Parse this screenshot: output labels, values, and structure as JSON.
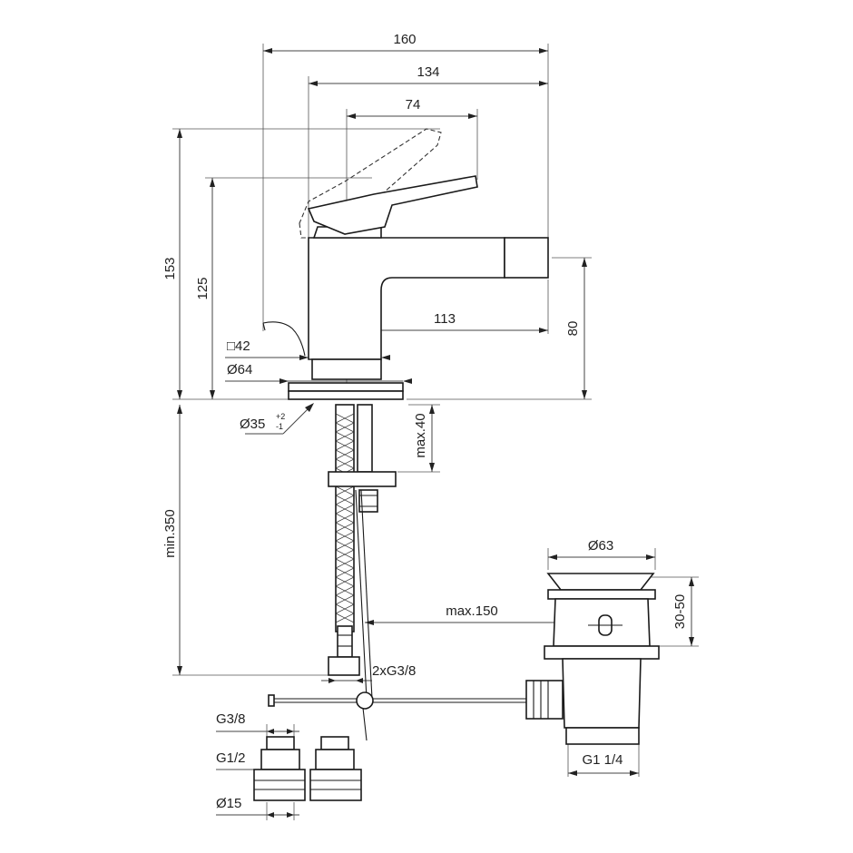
{
  "dimensions": {
    "width_total": "160",
    "width_134": "134",
    "lever_74": "74",
    "height_153": "153",
    "height_125": "125",
    "spout_113": "113",
    "height_80": "80",
    "square_42": "□42",
    "dia_64": "Ø64",
    "dia_35": "Ø35",
    "dia_35_tol_plus": "+2",
    "dia_35_tol_minus": "-1",
    "max_40": "max.40",
    "min_350": "min.350",
    "dia_63": "Ø63",
    "range_30_50": "30-50",
    "max_150": "max.150",
    "connection_g38": "2xG3/8",
    "g38": "G3/8",
    "g12": "G1/2",
    "dia_15": "Ø15",
    "g114": "G1 1/4"
  }
}
